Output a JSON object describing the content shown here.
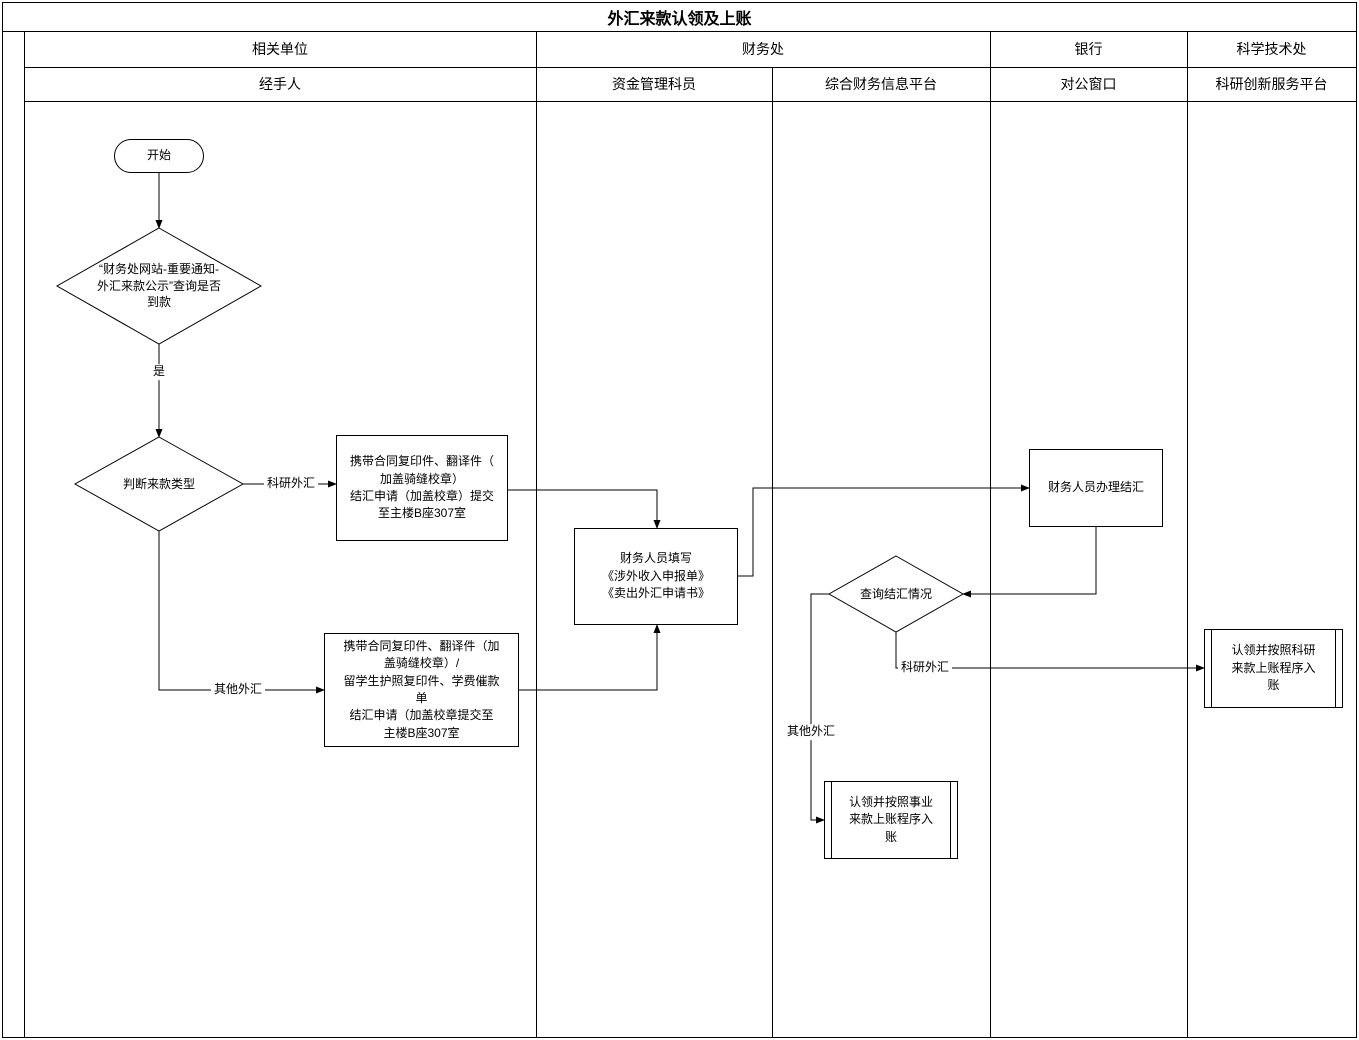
{
  "title": "外汇来款认领及上账",
  "lanes": {
    "related_unit": {
      "title": "相关单位",
      "sub": "经手人"
    },
    "finance": {
      "title": "财务处",
      "sub_staff": "资金管理科员",
      "sub_platform": "综合财务信息平台"
    },
    "bank": {
      "title": "银行",
      "sub": "对公窗口"
    },
    "science_tech": {
      "title": "科学技术处",
      "sub": "科研创新服务平台"
    }
  },
  "nodes": {
    "start": "开始",
    "check_arrival": "“财务处网站-重要通知-\n外汇来款公示”查询是否\n到款",
    "judge_type": "判断来款类型",
    "research_docs": "携带合同复印件、翻译件（\n加盖骑缝校章）\n结汇申请（加盖校章）提交\n至主楼B座307室",
    "other_docs": "携带合同复印件、翻译件（加\n盖骑缝校章）/\n留学生护照复印件、学费催款\n单\n结汇申请（加盖校章提交至\n主楼B座307室",
    "fill_forms": "财务人员填写\n《涉外收入申报单》\n《卖出外汇申请书》",
    "handle_settlement": "财务人员办理结汇",
    "check_settlement": "查询结汇情况",
    "research_entry": "认领并按照科研\n来款上账程序入\n账",
    "other_entry": "认领并按照事业\n来款上账程序入\n账"
  },
  "labels": {
    "yes": "是",
    "research_fx_branch": "科研外汇",
    "other_fx_branch": "其他外汇",
    "research_fx_result": "科研外汇",
    "other_fx_result": "其他外汇"
  }
}
